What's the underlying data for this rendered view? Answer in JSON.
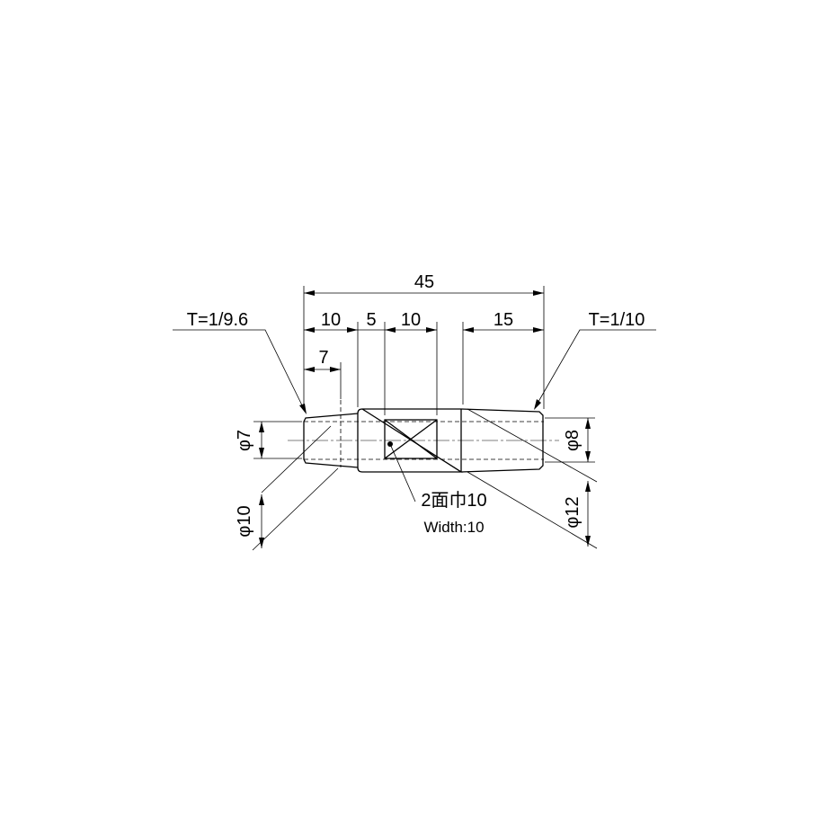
{
  "dimensions": {
    "overall_length": "45",
    "seg_left": "10",
    "seg_gap": "5",
    "seg_square": "10",
    "seg_right": "15",
    "left_short": "7",
    "taper_left": "T=1/9.6",
    "taper_right": "T=1/10",
    "dia_left_inner": "φ7",
    "dia_left_outer": "φ10",
    "dia_right_inner": "φ8",
    "dia_right_outer": "φ12",
    "flats_label_jp": "2面巾10",
    "flats_label_en": "Width:10"
  },
  "colors": {
    "line": "#000000",
    "background": "#ffffff"
  }
}
